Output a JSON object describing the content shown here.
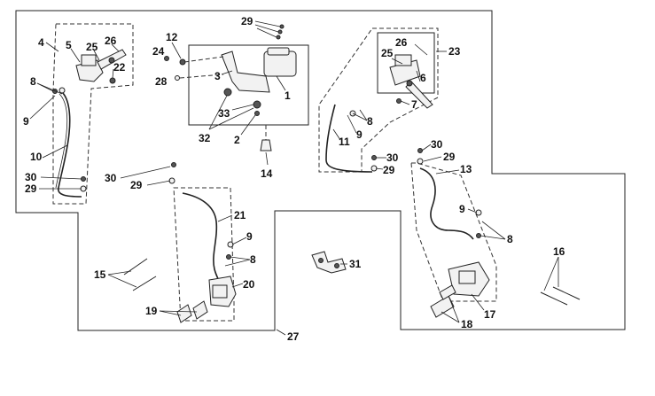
{
  "diagram": {
    "labels": {
      "l1": "1",
      "l2": "2",
      "l3": "3",
      "l4": "4",
      "l5": "5",
      "l6": "6",
      "l7": "7",
      "l8a": "8",
      "l8b": "8",
      "l8c": "8",
      "l8d": "8",
      "l9a": "9",
      "l9b": "9",
      "l9c": "9",
      "l9d": "9",
      "l10": "10",
      "l11": "11",
      "l12": "12",
      "l13": "13",
      "l14": "14",
      "l15": "15",
      "l16": "16",
      "l17": "17",
      "l18": "18",
      "l19": "19",
      "l20": "20",
      "l21": "21",
      "l22": "22",
      "l23": "23",
      "l24": "24",
      "l25a": "25",
      "l25b": "25",
      "l26a": "26",
      "l26b": "26",
      "l27": "27",
      "l28": "28",
      "l29a": "29",
      "l29b": "29",
      "l29c": "29",
      "l29d": "29",
      "l29e": "29",
      "l30a": "30",
      "l30b": "30",
      "l30c": "30",
      "l30d": "30",
      "l31": "31",
      "l32": "32",
      "l33": "33"
    }
  }
}
